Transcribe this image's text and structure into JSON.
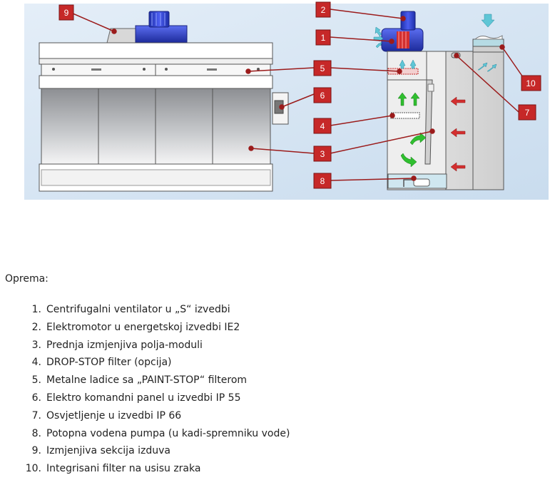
{
  "diagram": {
    "callouts": [
      "1",
      "2",
      "3",
      "4",
      "5",
      "6",
      "7",
      "8",
      "9",
      "10"
    ]
  },
  "heading": "Oprema:",
  "equipment": [
    {
      "num": "1.",
      "text": "Centrifugalni ventilator u „S“ izvedbi"
    },
    {
      "num": "2.",
      "text": "Elektromotor u energetskoj izvedbi IE2"
    },
    {
      "num": "3.",
      "text": "Prednja izmjenjiva polja-moduli"
    },
    {
      "num": "4.",
      "text": "DROP-STOP filter (opcija)"
    },
    {
      "num": "5.",
      "text": "Metalne ladice sa „PAINT-STOP“ filterom"
    },
    {
      "num": "6.",
      "text": "Elektro komandni panel u izvedbi IP 55"
    },
    {
      "num": "7.",
      "text": "Osvjetljenje u izvedbi IP 66"
    },
    {
      "num": "8.",
      "text": "Potopna vodena pumpa (u kadi-spremniku vode)"
    },
    {
      "num": "9.",
      "text": "Izmjenjiva sekcija izduva"
    },
    {
      "num": "10.",
      "text": "Integrisani filter na usisu zraka"
    }
  ],
  "colors": {
    "background": "#d9e8f5",
    "callout_box": "#c62828",
    "leader_line": "#9b1b1b",
    "fan": "#2f43c9",
    "arrow_green": "#2fbf2f",
    "arrow_red": "#d32f2f",
    "arrow_cyan": "#5fc6d6"
  }
}
